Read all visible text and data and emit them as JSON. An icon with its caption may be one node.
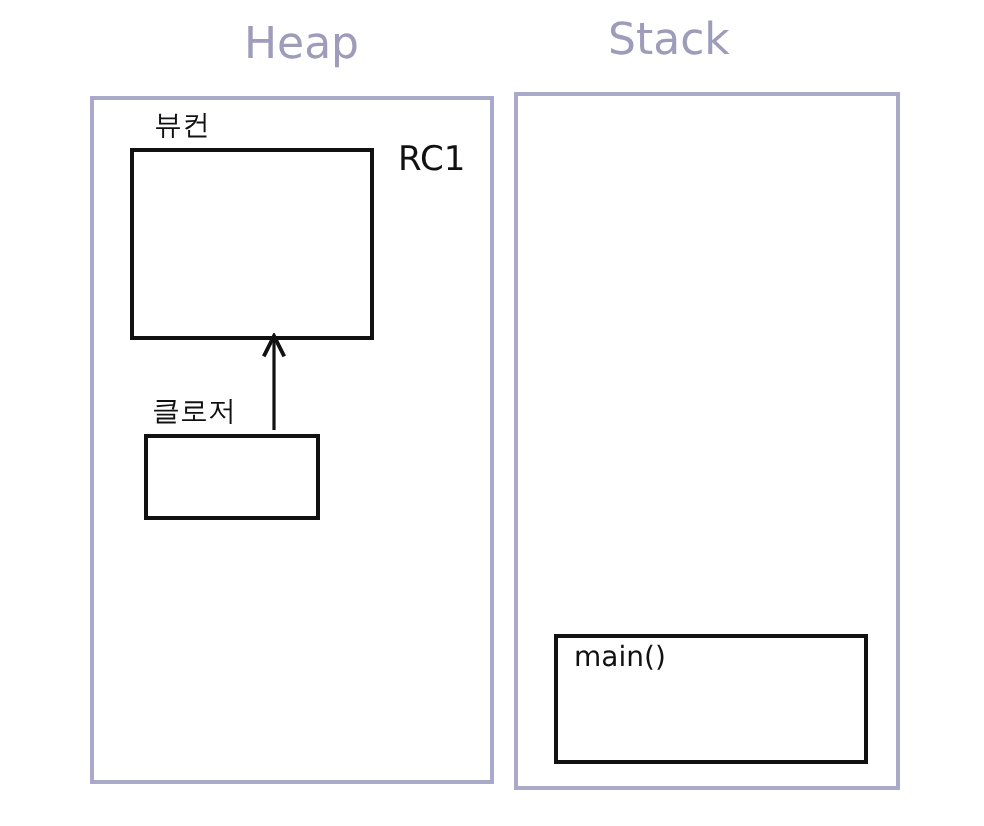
{
  "diagram": {
    "nodes": [
      {
        "text": [
          "Heap"
        ]
      },
      {
        "text": [
          "뷰컨"
        ],
        "in": 0,
        "beside": [
          "RC1"
        ]
      },
      {
        "text": [
          "클로저"
        ],
        "in": 0
      },
      {
        "text": [
          "Stack"
        ]
      },
      {
        "text": [
          "main()"
        ],
        "in": 3
      }
    ],
    "edges": [
      {
        "from": 2,
        "to": 1,
        "arrow": "to"
      }
    ]
  }
}
